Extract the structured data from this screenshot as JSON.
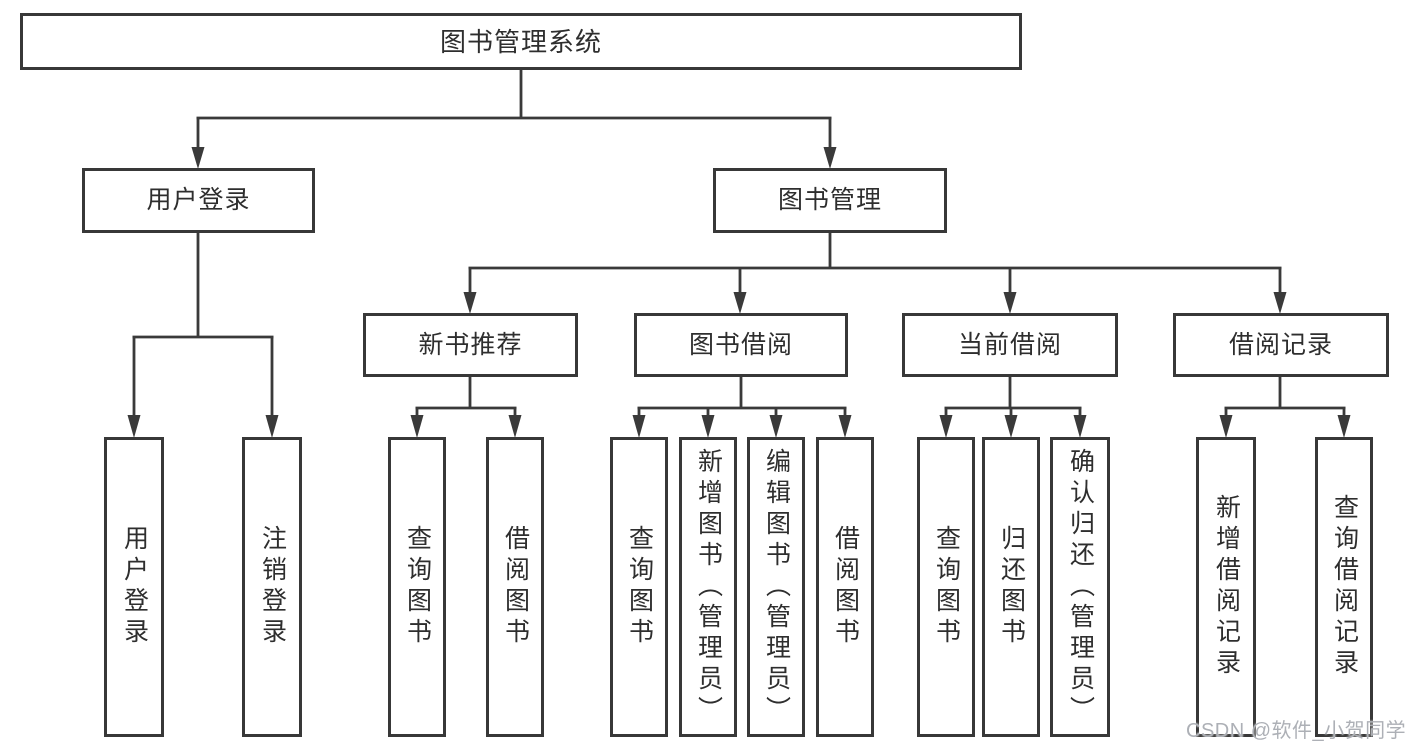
{
  "colors": {
    "line": "#3a3a3a",
    "border": "#383838",
    "text": "#2e2e2e",
    "background": "#ffffff",
    "watermark": "#adb0b6"
  },
  "watermark": {
    "text": "CSDN @软件_小贺同学"
  },
  "tree": {
    "label": "图书管理系统",
    "children": [
      {
        "label": "用户登录",
        "children": [
          {
            "label": "用户登录"
          },
          {
            "label": "注销登录"
          }
        ]
      },
      {
        "label": "图书管理",
        "children": [
          {
            "label": "新书推荐",
            "children": [
              {
                "label": "查询图书"
              },
              {
                "label": "借阅图书"
              }
            ]
          },
          {
            "label": "图书借阅",
            "children": [
              {
                "label": "查询图书"
              },
              {
                "label": "新增图书（管理员）"
              },
              {
                "label": "编辑图书（管理员）"
              },
              {
                "label": "借阅图书"
              }
            ]
          },
          {
            "label": "当前借阅",
            "children": [
              {
                "label": "查询图书"
              },
              {
                "label": "归还图书"
              },
              {
                "label": "确认归还（管理员）"
              }
            ]
          },
          {
            "label": "借阅记录",
            "children": [
              {
                "label": "新增借阅记录"
              },
              {
                "label": "查询借阅记录"
              }
            ]
          }
        ]
      }
    ]
  }
}
